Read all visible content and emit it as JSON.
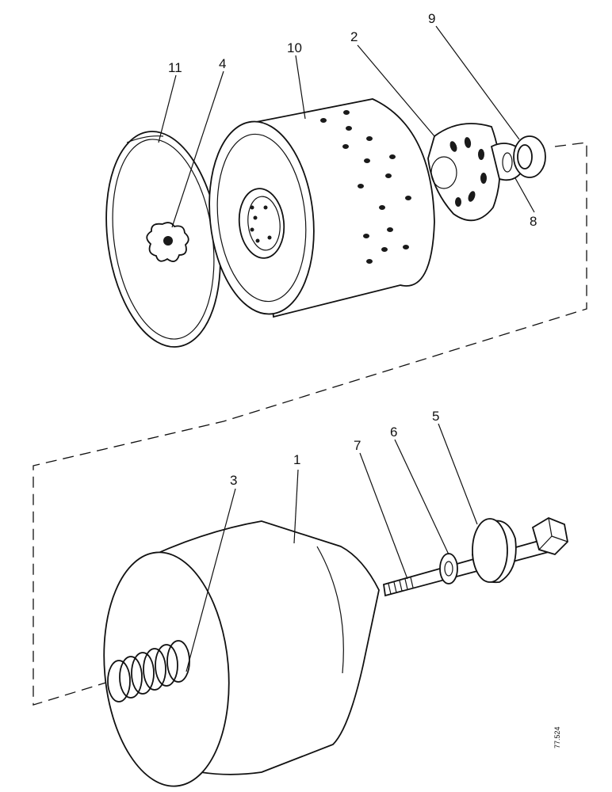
{
  "figure_ref": "77.524",
  "labels": {
    "l1": "1",
    "l2": "2",
    "l3": "3",
    "l4": "4",
    "l5": "5",
    "l6": "6",
    "l7": "7",
    "l8": "8",
    "l9": "9",
    "l10": "10",
    "l11": "11"
  }
}
